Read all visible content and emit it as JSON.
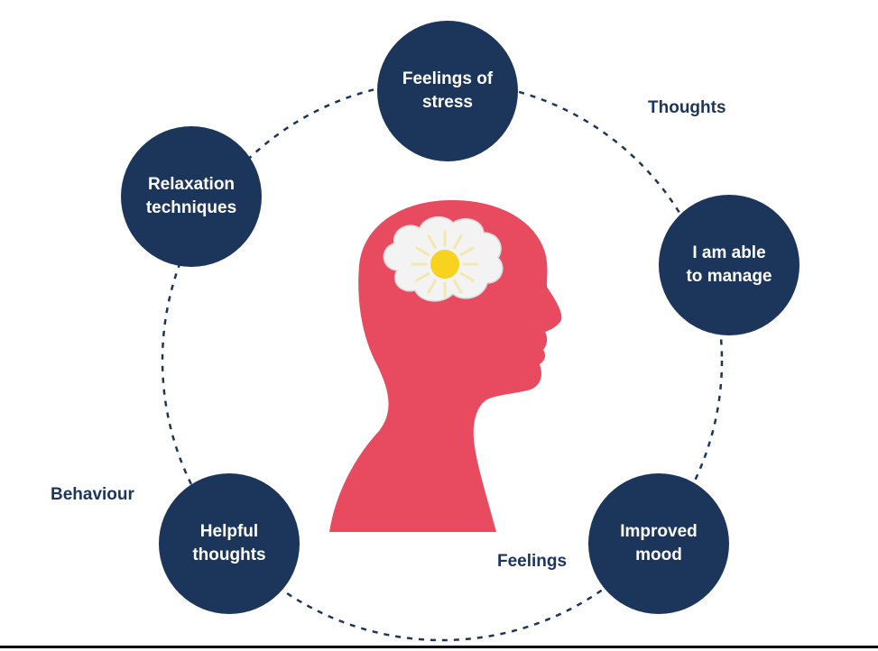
{
  "colors": {
    "node": "#1b355b",
    "ring": "#1b355b",
    "head": "#e84a5f",
    "cloud": "#f3f3f3",
    "cloud_outline": "#d9d9d9",
    "sun": "#f7d21e",
    "sun_rays": "#f2e7b0",
    "category_text": "#1b355b",
    "rule": "#000000"
  },
  "nodes": [
    {
      "id": "stress",
      "label": "Feelings of\nstress"
    },
    {
      "id": "manage",
      "label": "I am able\nto manage"
    },
    {
      "id": "mood",
      "label": "Improved\nmood"
    },
    {
      "id": "helpful",
      "label": "Helpful\nthoughts"
    },
    {
      "id": "relax",
      "label": "Relaxation\ntechniques"
    }
  ],
  "categories": {
    "thoughts": "Thoughts",
    "feelings": "Feelings",
    "behaviour": "Behaviour"
  },
  "icons": {
    "center": "head-profile-icon",
    "brain": "cloud-sun-icon"
  }
}
